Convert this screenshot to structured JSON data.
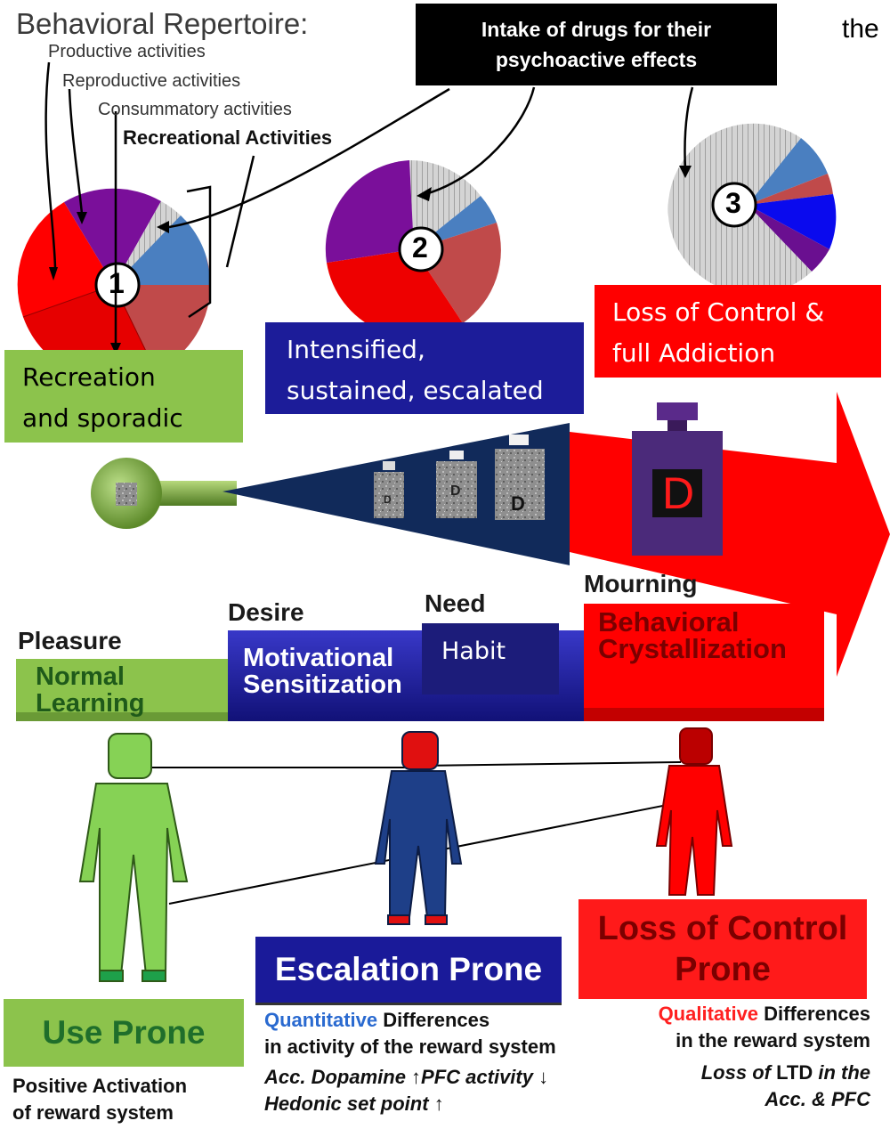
{
  "header": {
    "title": "Behavioral Repertoire:",
    "corner_text": "the",
    "drug_box": {
      "line1": "Intake of drugs for their",
      "line2": "psychoactive effects"
    }
  },
  "repertoire_labels": {
    "productive": "Productive activities",
    "reproductive": "Reproductive activities",
    "consummatory": "Consummatory activities",
    "recreational": "Recreational Activities"
  },
  "pies": [
    {
      "number": "1"
    },
    {
      "number": "2"
    },
    {
      "number": "3"
    }
  ],
  "stage_boxes": {
    "green": {
      "line1": "Recreation",
      "line2": "and sporadic"
    },
    "blue": {
      "line1": "Intensified,",
      "line2": "sustained, escalated"
    },
    "red": {
      "line1": "Loss of Control &",
      "line2": "full Addiction"
    }
  },
  "bottle_letters": {
    "small1": "D",
    "small2": "D",
    "small3": "D",
    "big": "D"
  },
  "progression": {
    "pleasure": "Pleasure",
    "desire": "Desire",
    "need": "Need",
    "mourning": "Mourning",
    "normal_learning": {
      "line1": "Normal",
      "line2": "Learning"
    },
    "motivational_sensitization": {
      "line1": "Motivational",
      "line2": "Sensitization"
    },
    "habit": "Habit",
    "behavioral_crystallization": {
      "line1": "Behavioral",
      "line2": "Crystallization"
    }
  },
  "prone": {
    "use": "Use Prone",
    "escalation": "Escalation Prone",
    "loss_of_control": {
      "line1": "Loss of Control",
      "line2": "Prone"
    }
  },
  "descriptions": {
    "use": {
      "line1": "Positive Activation",
      "line2": "of reward system"
    },
    "escalation": {
      "word": "Quantitative",
      "rest1": " Differences",
      "line2": "in activity of the reward system",
      "line3a": "Acc. Dopamine ",
      "line3b": "PFC activity ",
      "line4": "Hedonic set point "
    },
    "loss_of_control": {
      "word": "Qualitative",
      "rest1": " Differences",
      "line2": "in the reward system",
      "line3a": "Loss of ",
      "line3b": "LTD",
      "line3c": " in the",
      "line4": "Acc. & PFC"
    }
  },
  "colors": {
    "green": "#8cc34c",
    "blue": "#1c1c99",
    "red": "#ff0000",
    "purple": "#7a0f9a",
    "steel_blue": "#4a7fc0",
    "brick_red": "#c04a4a",
    "hatch_gray": "#c8c8c8"
  }
}
